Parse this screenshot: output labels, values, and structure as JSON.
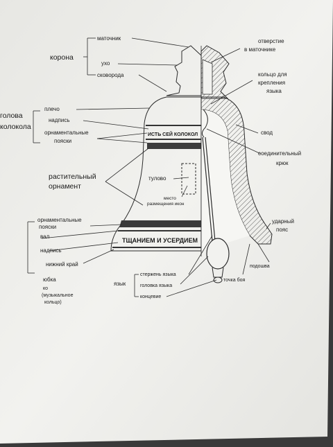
{
  "labels": {
    "korona": "корона",
    "matochnik": "маточник",
    "ukho": "ухо",
    "skovoroda": "сковорода",
    "otverstie_1": "отверстие",
    "otverstie_2": "в маточнике",
    "koltso_1": "кольцо для",
    "koltso_2": "крепления",
    "koltso_3": "языка",
    "golova_1": "голова",
    "golova_2": "колокола",
    "plecho": "плечо",
    "nadpis_top": "надпись",
    "orn_top_1": "орнаментальные",
    "orn_top_2": "пояски",
    "svod": "свод",
    "soed_1": "соединительный",
    "soed_2": "крюк",
    "rast_1": "растительный",
    "rast_2": "орнамент",
    "tulovo": "тулово",
    "mesto_1": "место",
    "mesto_2": "размещения икон",
    "orn_bot_1": "орнаментальные",
    "orn_bot_2": "пояски",
    "val": "вал",
    "nadpis_bot": "надпись",
    "nizhniy_kray": "нижний край",
    "yubka_1": "юбка",
    "yubka_2": "ко",
    "yubka_3": "(музыкальное",
    "yubka_4": "кольцо)",
    "udarny_1": "ударный",
    "udarny_2": "пояс",
    "podoshva": "подошва",
    "tochka_boya": "точка боя",
    "yazyk": "язык",
    "sterzhen": "стержень языка",
    "golovka": "головка языка",
    "kontsevie": "концевие"
  },
  "bell_text": {
    "upper_inscription": "ИСТЬ СЕЙ КОЛОКОЛ",
    "lower_inscription": "ТЩАНИЕМ И УСЕРДИЕМ"
  },
  "colors": {
    "background": "#3a3a3a",
    "paper": "#efefec",
    "ink": "#2a2a2a"
  }
}
